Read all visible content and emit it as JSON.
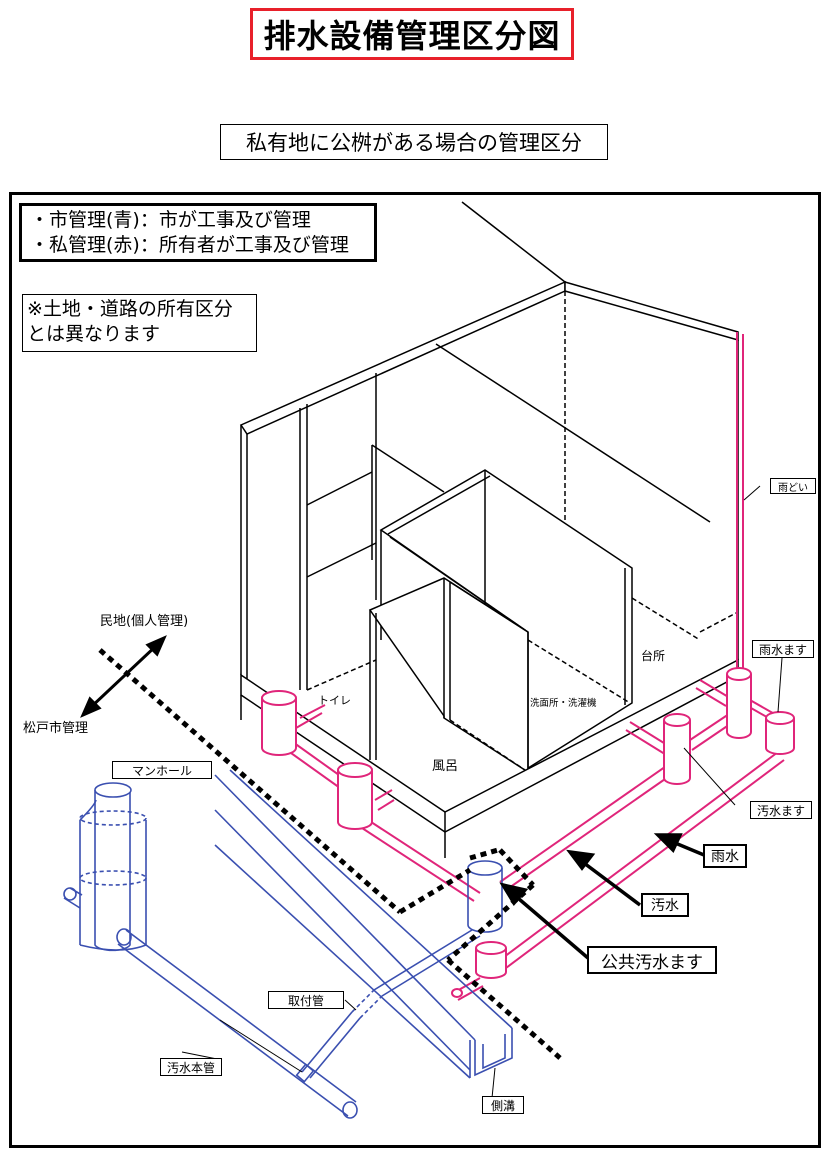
{
  "title": "排水設備管理区分図",
  "subtitle": "私有地に公桝がある場合の管理区分",
  "legend": {
    "city": "・市管理(青)：市が工事及び管理",
    "private": "・私管理(赤)：所有者が工事及び管理"
  },
  "note": {
    "line1": "※土地・道路の所有区分",
    "line2": "とは異なります"
  },
  "labels": {
    "private_land": "民地(個人管理)",
    "city_managed": "松戸市管理",
    "manhole": "マンホール",
    "toilet": "トイレ",
    "bath": "風呂",
    "washroom": "洗面所・洗濯機",
    "kitchen": "台所",
    "downspout": "雨どい",
    "rain_basin": "雨水ます",
    "sewage_basin": "汚水ます",
    "rainwater": "雨水",
    "sewage": "汚水",
    "public_basin": "公共汚水ます",
    "connection_pipe": "取付管",
    "main_pipe": "汚水本管",
    "side_ditch": "側溝"
  },
  "colors": {
    "city": "#3a4fb0",
    "private": "#e0257a",
    "title_border": "#e8202a"
  }
}
